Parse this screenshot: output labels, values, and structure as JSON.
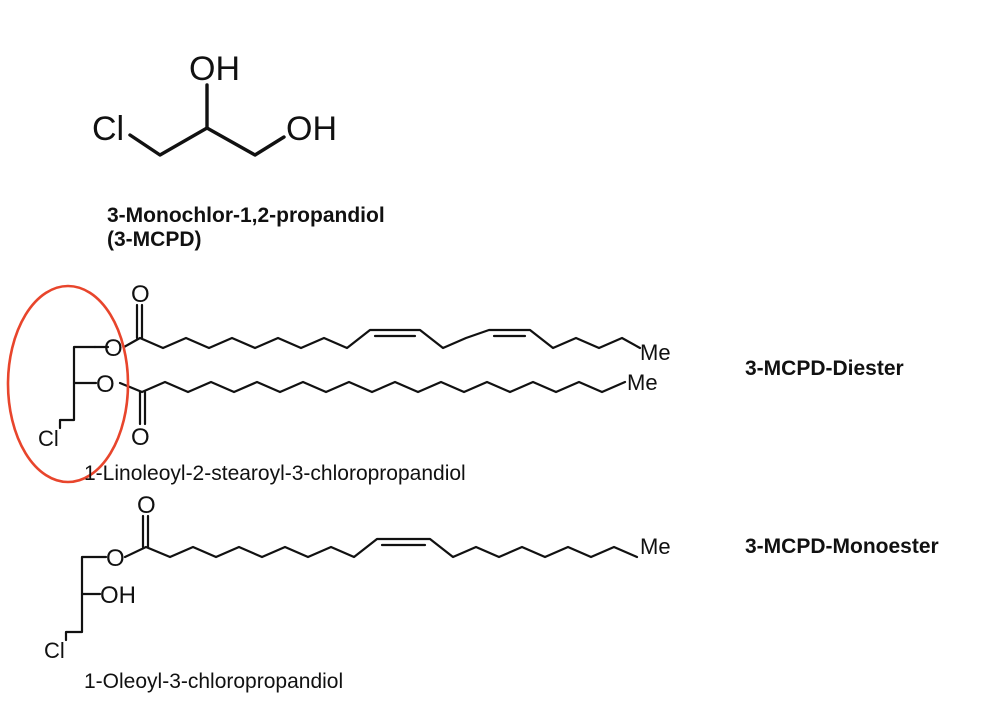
{
  "mcpd": {
    "atoms": {
      "oh_top": "OH",
      "oh_right": "OH",
      "cl": "Cl"
    },
    "name_line1": "3-Monochlor-1,2-propandiol",
    "name_line2": "(3-MCPD)"
  },
  "diester": {
    "atoms": {
      "o_carbonyl_top": "O",
      "o_ester_1": "O",
      "o_ester_2": "O",
      "o_carbonyl_bottom": "O",
      "me_1": "Me",
      "me_2": "Me",
      "cl": "Cl"
    },
    "compound_name": "1-Linoleoyl-2-stearoyl-3-chloropropandiol",
    "class_label": "3-MCPD-Diester",
    "highlight_color": "#e8452c"
  },
  "monoester": {
    "atoms": {
      "o_carbonyl": "O",
      "o_ester": "O",
      "oh": "OH",
      "me": "Me",
      "cl": "Cl"
    },
    "compound_name": "1-Oleoyl-3-chloropropandiol",
    "class_label": "3-MCPD-Monoester"
  }
}
